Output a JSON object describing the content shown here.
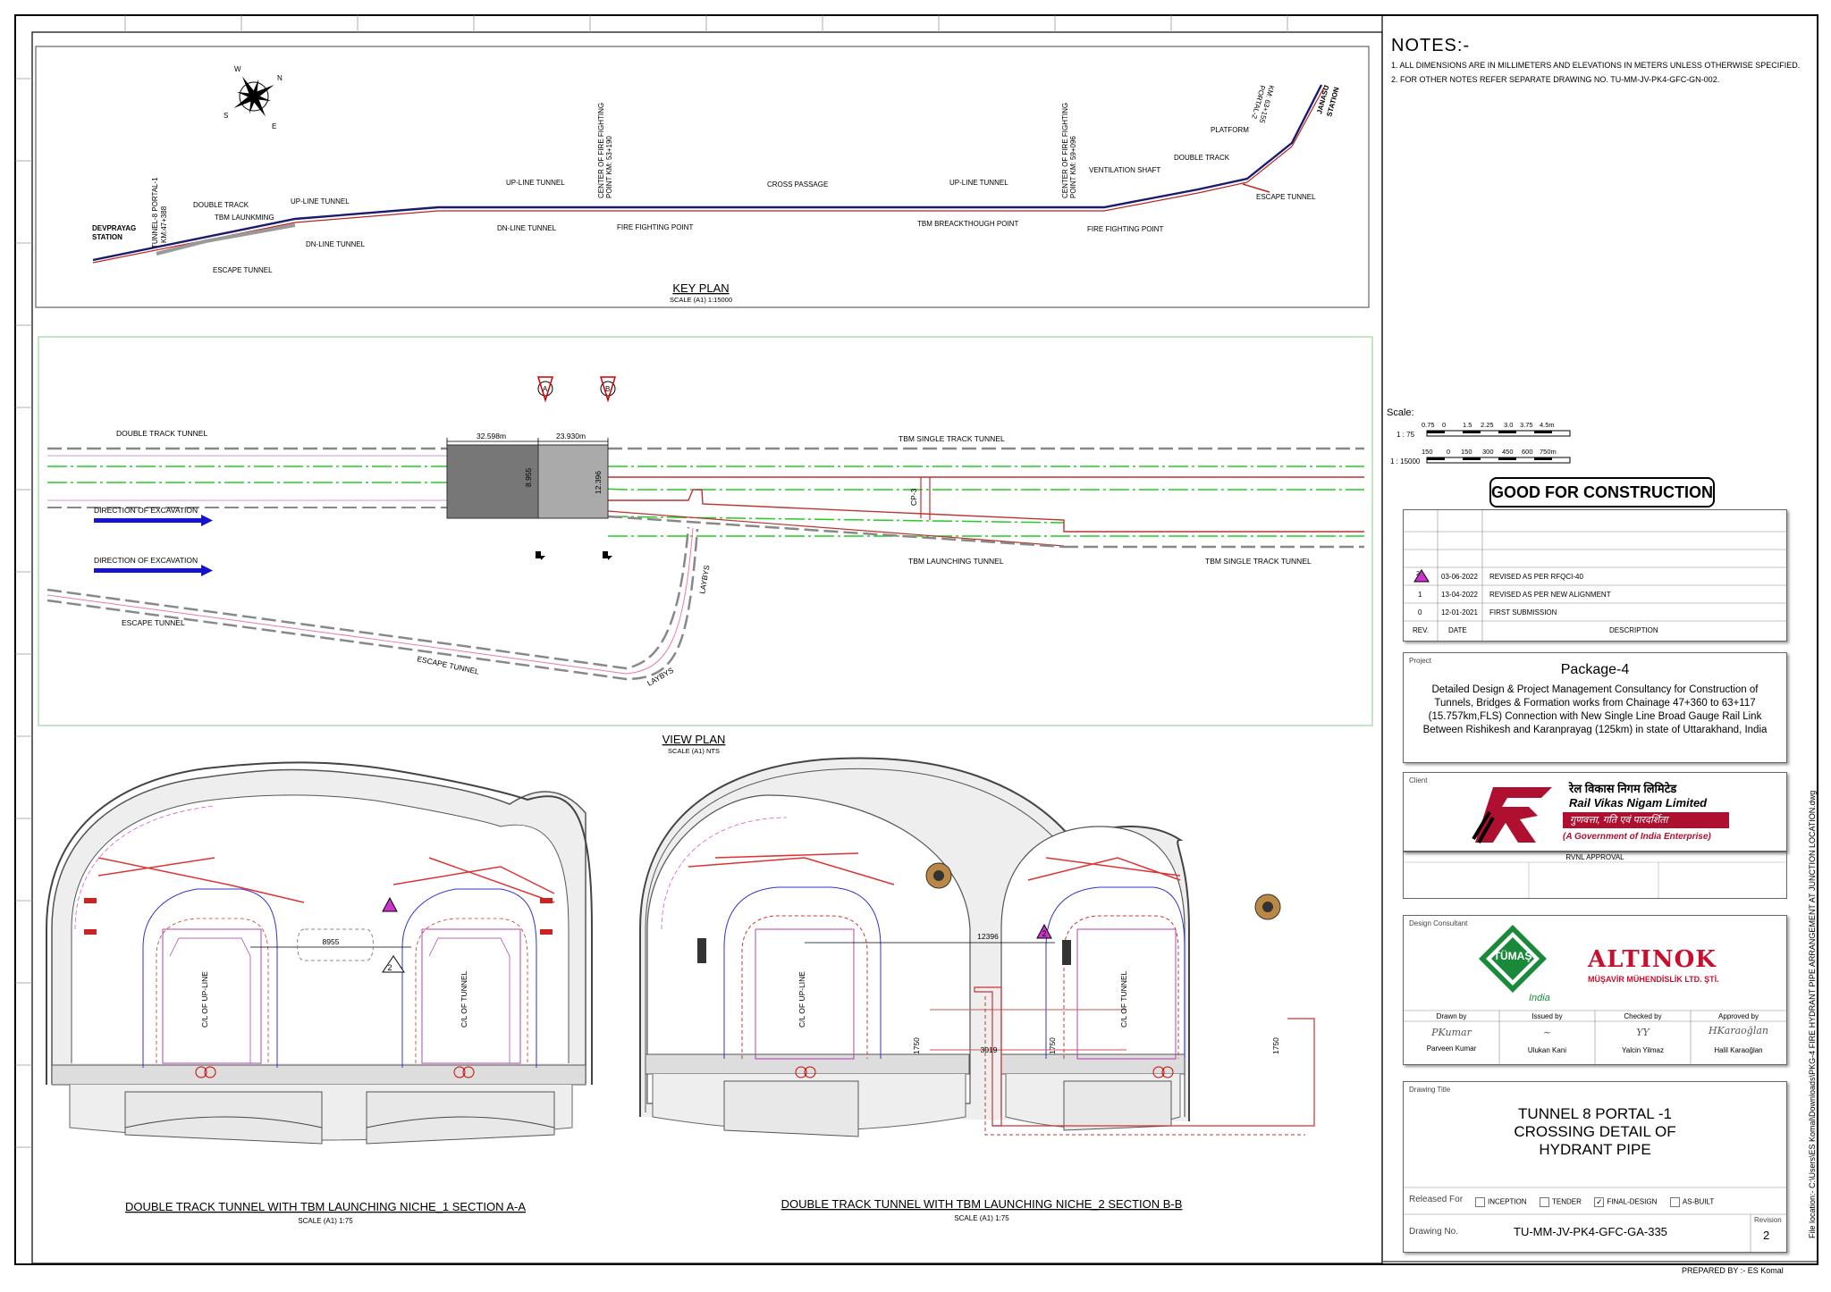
{
  "notes": {
    "title": "NOTES:-",
    "items": [
      "1.    ALL DIMENSIONS ARE IN MILLIMETERS AND ELEVATIONS IN METERS UNLESS OTHERWISE SPECIFIED.",
      "2.    FOR OTHER NOTES REFER SEPARATE DRAWING NO. TU-MM-JV-PK4-GFC-GN-002."
    ]
  },
  "key_plan": {
    "title": "KEY PLAN",
    "scale": "SCALE (A1) 1:15000",
    "compass": {
      "w": "W",
      "n": "N",
      "s": "S",
      "e": "E"
    },
    "labels": {
      "devprayag": "DEVPRAYAG",
      "station": "STATION",
      "tunnel8_portal": "TUNNEL-8 PORTAL-1",
      "km": "KM:47+388",
      "double_track": "DOUBLE TRACK",
      "tbm_launkming": "TBM LAUNKMING",
      "up_line_tunnel_1": "UP-LINE TUNNEL",
      "dn_line_tunnel_1": "DN-LINE TUNNEL",
      "escape_tunnel": "ESCAPE TUNNEL",
      "up_line_tunnel_2": "UP-LINE TUNNEL",
      "dn_line_tunnel_2": "DN-LINE TUNNEL",
      "cff1_a": "CENTER OF FIRE FIGHTING",
      "cff1_b": "POINT KM: 53+190",
      "fire_fighting_1": "FIRE FIGHTING POINT",
      "cross_passage": "CROSS PASSAGE",
      "up_line_tunnel_3": "UP-LINE TUNNEL",
      "tbm_breakthrough": "TBM BREACKTHOUGH POINT",
      "cff2_a": "CENTER OF FIRE FIGHTING",
      "cff2_b": "POINT KM: 59+096",
      "fire_fighting_2": "FIRE FIGHTING POINT",
      "ventilation_shaft": "VENTILATION SHAFT",
      "double_track_2": "DOUBLE TRACK",
      "platform": "PLATFORM",
      "escape_tunnel_2": "ESCAPE TUNNEL",
      "janasu": "JANASU",
      "janasu_station": "STATION",
      "portal2_a": "PORTAL-2",
      "portal2_b": "KM: 63+155"
    }
  },
  "view_plan": {
    "title": "VIEW PLAN",
    "scale": "SCALE (A1) NTS",
    "labels": {
      "double_track_tunnel": "DOUBLE TRACK TUNNEL",
      "dim1": "32.598m",
      "dim2": "23.930m",
      "dim_v1": "8.955",
      "dim_v2": "12.396",
      "tbm_single_1": "TBM SINGLE TRACK TUNNEL",
      "dir1": "DIRECTION OF EXCAVATION",
      "dir2": "DIRECTION OF EXCAVATION",
      "cp3": "CP-3",
      "tbm_launching": "TBM LAUNCHING TUNNEL",
      "tbm_single_2": "TBM SINGLE TRACK TUNNEL",
      "escape_1": "ESCAPE TUNNEL",
      "escape_2": "ESCAPE TUNNEL",
      "laybys_1": "LAYBYS",
      "laybys_2": "LAYBYS",
      "sec_a": "A",
      "sec_b": "B"
    }
  },
  "section_a": {
    "title": "DOUBLE TRACK TUNNEL WITH TBM LAUNCHING NICHE_1 SECTION A-A",
    "scale": "SCALE (A1) 1:75",
    "dim": "8955",
    "cl1": "C/L OF UP-LINE",
    "cl2": "C/L OF TUNNEL",
    "rev_mark": "2"
  },
  "section_b": {
    "title": "DOUBLE TRACK TUNNEL WITH TBM LAUNCHING NICHE_2 SECTION B-B",
    "scale": "SCALE (A1) 1:75",
    "dim": "12396",
    "dim2": "3019",
    "dim3": "1750",
    "dim4": "1750",
    "dim5": "1750",
    "cl1": "C/L OF UP-LINE",
    "cl2": "C/L OF TUNNEL",
    "rev_mark": "2"
  },
  "scale_bar": {
    "label": "Scale:",
    "s1": "1 : 75",
    "s2": "1 : 15000",
    "ticks1": [
      "0.75",
      "0",
      "1.5",
      "2.25",
      "3.0",
      "3.75",
      "4.5m"
    ],
    "ticks2": [
      "150",
      "0",
      "150",
      "300",
      "450",
      "600",
      "750m"
    ]
  },
  "gfc": "GOOD FOR CONSTRUCTION",
  "revisions": {
    "header": {
      "rev": "REV.",
      "date": "DATE",
      "desc": "DESCRIPTION"
    },
    "rows": [
      {
        "rev": "2",
        "date": "03-06-2022",
        "desc": "REVISED AS PER RFQCI-40"
      },
      {
        "rev": "1",
        "date": "13-04-2022",
        "desc": "REVISED AS PER NEW ALIGNMENT"
      },
      {
        "rev": "0",
        "date": "12-01-2021",
        "desc": "FIRST SUBMISSION"
      }
    ]
  },
  "project": {
    "caption": "Project",
    "title": "Package-4",
    "description": "Detailed Design & Project Management Consultancy for Construction of Tunnels, Bridges & Formation works from Chainage 47+360 to 63+117 (15.757km,FLS) Connection with New Single Line Broad Gauge Rail Link Between Rishikesh and Karanprayag (125km) in state of Uttarakhand, India"
  },
  "client": {
    "caption": "Client",
    "name_hindi": "रेल विकास निगम लिमिटेड",
    "name": "Rail Vikas Nigam Limited",
    "tagline_hindi": "गुणवत्ता, गति एवं पारदर्शिता",
    "sub": "(A Government of India Enterprise)",
    "approval": "RVNL APPROVAL"
  },
  "consultant": {
    "caption": "Design Consultant",
    "tumas": "TÜMAŞ",
    "india": "India",
    "altinok": "ALTINOK",
    "altinok_sub": "MÜŞAVİR MÜHENDİSLİK LTD. ŞTİ.",
    "roles": [
      {
        "role": "Drawn by",
        "name": "Parveen Kumar",
        "sig": "PKumar"
      },
      {
        "role": "Issued by",
        "name": "Ulukan Kani",
        "sig": "~"
      },
      {
        "role": "Checked by",
        "name": "Yalcin Yilmaz",
        "sig": "YY"
      },
      {
        "role": "Approved by",
        "name": "Halil Karaoğlan",
        "sig": "HKaraoğlan"
      }
    ]
  },
  "drawing": {
    "caption": "Drawing Title",
    "title_1": "TUNNEL 8 PORTAL -1",
    "title_2": "CROSSING DETAIL OF",
    "title_3": "HYDRANT PIPE",
    "released_for": "Released For",
    "release_options": [
      "INCEPTION",
      "TENDER",
      "FINAL-DESIGN",
      "AS-BUILT"
    ],
    "release_selected": "FINAL-DESIGN",
    "drawing_no_label": "Drawing No.",
    "drawing_no": "TU-MM-JV-PK4-GFC-GA-335",
    "revision_label": "Revision",
    "revision": "2"
  },
  "file_location": "File location:- C:\\Users\\ES Komal\\Downloads\\PKG-4 FIRE HYDRANT PIPE ARRANGEMENT AT JUNCTION LOCATION.dwg",
  "prepared_by": "PREPARED BY :- ES Komal"
}
